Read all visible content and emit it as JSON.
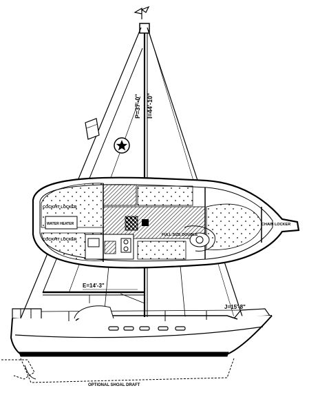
{
  "labels": {
    "mast_p": "P=37'-0\"",
    "mast_i": "I=44'-10\"",
    "boom_e": "E=14'-3\"",
    "fore_j": "J=15'-8\"",
    "cockpit_locker_1": "COCKPIT LOCKER",
    "cockpit_locker_2": "COCKPIT LOCKER",
    "water_heater": "WATER HEATER",
    "chain_locker": "CHAIN LOCKER",
    "berth_double": "FULL SIZE DOUBLE",
    "shoal_draft": "OPTIONAL SHOAL DRAFT"
  },
  "icons": {
    "class_emblem": "star-in-circle",
    "masthead_flag": "pennant-flag",
    "backstay_flag": "ensign-flag"
  },
  "colors": {
    "ink": "#000000",
    "paper": "#ffffff",
    "hatch": "#333333"
  }
}
